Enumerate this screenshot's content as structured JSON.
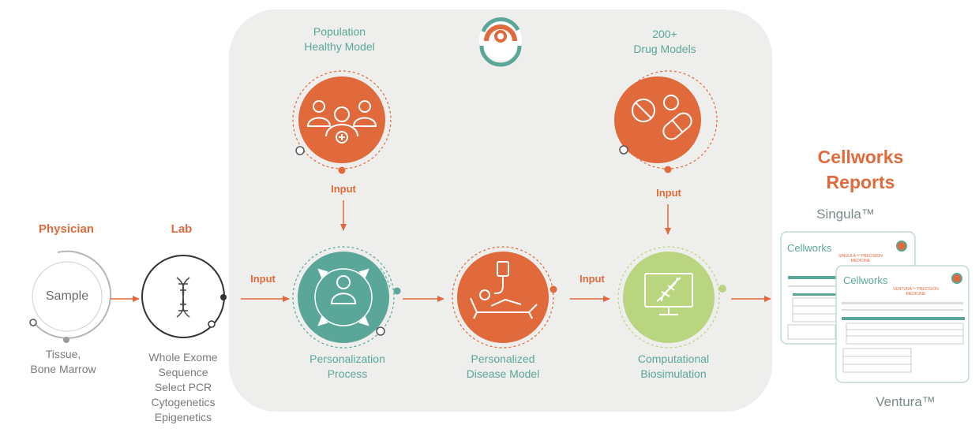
{
  "physician": {
    "heading": "Physician",
    "sample": "Sample",
    "caption": "Tissue,\nBone Marrow"
  },
  "lab": {
    "heading": "Lab",
    "caption": "Whole Exome\nSequence\nSelect PCR\nCytogenetics\nEpigenetics"
  },
  "population": {
    "caption": "Population\nHealthy Model",
    "input": "Input"
  },
  "drugs": {
    "caption": "200+\nDrug Models",
    "input": "Input"
  },
  "personalization": {
    "input": "Input",
    "caption": "Personalization\nProcess"
  },
  "disease": {
    "caption": "Personalized\nDisease Model"
  },
  "biosim": {
    "input": "Input",
    "caption": "Computational\nBiosimulation"
  },
  "reports": {
    "title": "Cellworks\nReports",
    "singula": "Singula™",
    "ventura": "Ventura™",
    "brand": "Cellworks",
    "sub_singula": "SINGULA™ PRECISION MEDICINE",
    "sub_ventura": "VENTURA™ PRECISION MEDICINE"
  },
  "colors": {
    "orange": "#e06a3c",
    "teal": "#5aa79a",
    "green": "#b9d580",
    "gray": "#6b6b6b"
  }
}
